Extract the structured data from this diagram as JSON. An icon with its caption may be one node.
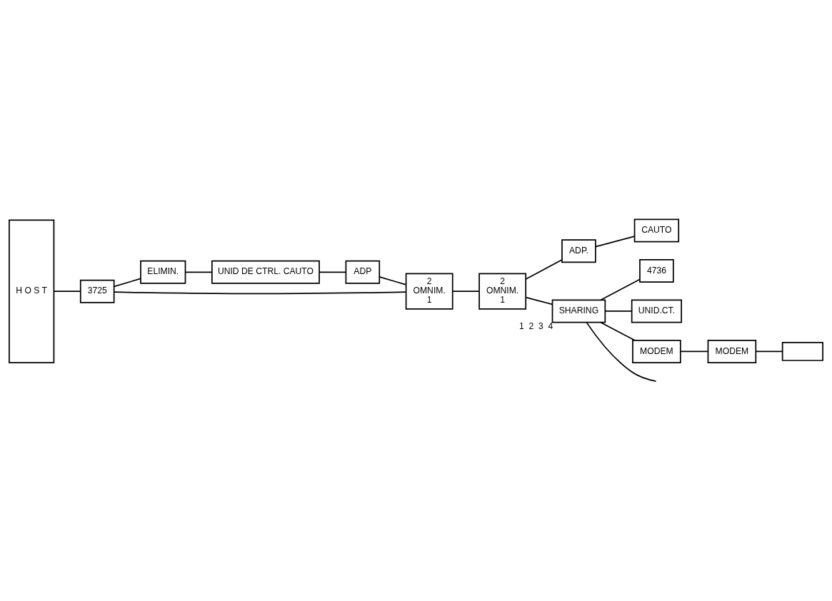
{
  "diagram": {
    "nodes": [
      {
        "text": [
          "H O S T"
        ]
      },
      {
        "text": [
          "3725"
        ]
      },
      {
        "text": [
          "UNID DE CTRL. CAUTO"
        ]
      },
      {
        "text": [
          "ELIMIN."
        ]
      },
      {
        "text": [
          "ADP"
        ]
      },
      {
        "text": [
          "2",
          "OMNIM.",
          "1"
        ]
      },
      {
        "text": [
          "2",
          "OMNIM.",
          "1"
        ]
      },
      {
        "text": [
          "CAUTO"
        ]
      },
      {
        "text": [
          "ADP."
        ]
      },
      {
        "text": [
          "SHARING"
        ],
        "beside": [
          "1",
          "2",
          "3",
          "4"
        ]
      },
      {
        "text": [
          "4736"
        ]
      },
      {
        "text": [
          "UNID.CT."
        ]
      },
      {
        "text": [
          "MODEM"
        ]
      },
      {
        "text": [
          "MODEM"
        ]
      },
      {
        "text": [],
        "shape": "box"
      }
    ],
    "edges": [
      {
        "from": 0,
        "to": 1,
        "arrow": "none"
      },
      {
        "from": 1,
        "to": 3,
        "arrow": "none"
      },
      {
        "from": 3,
        "to": 2,
        "arrow": "none"
      },
      {
        "from": 2,
        "to": 4,
        "arrow": "none"
      },
      {
        "from": 4,
        "to": 5,
        "arrow": "none"
      },
      {
        "from": 1,
        "to": 5,
        "arrow": "none"
      },
      {
        "from": 5,
        "to": 6,
        "arrow": "none"
      },
      {
        "from": 6,
        "to": 8,
        "arrow": "none"
      },
      {
        "from": 8,
        "to": 7,
        "arrow": "none"
      },
      {
        "from": 6,
        "to": 9,
        "arrow": "none"
      },
      {
        "from": 9,
        "to": 10,
        "arrow": "none"
      },
      {
        "from": 9,
        "to": 11,
        "arrow": "none"
      },
      {
        "from": 9,
        "to": null,
        "arrow": "none"
      },
      {
        "from": 9,
        "to": 12,
        "arrow": "none"
      },
      {
        "from": 12,
        "to": 13,
        "arrow": "none"
      },
      {
        "from": 13,
        "to": 14,
        "arrow": "none"
      }
    ]
  }
}
